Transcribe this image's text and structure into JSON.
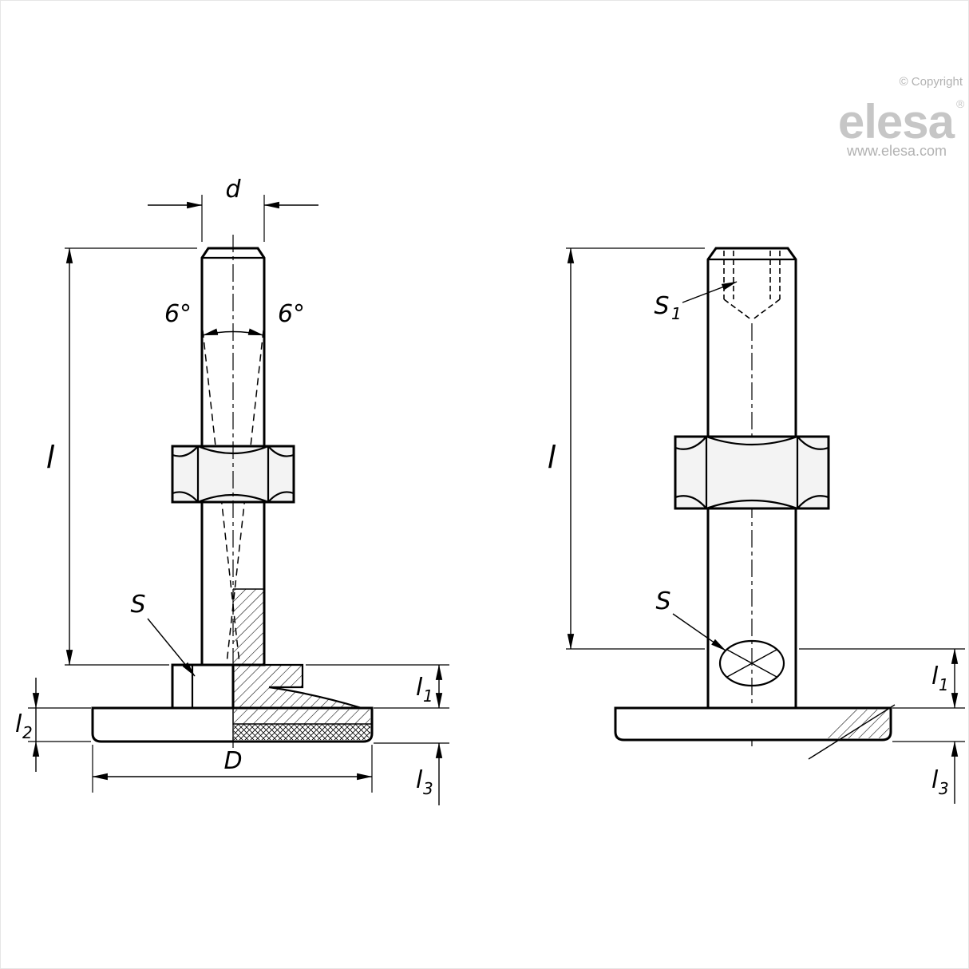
{
  "branding": {
    "copyright": "© Copyright",
    "logo_text": "elesa",
    "registered": "®",
    "website": "www.elesa.com"
  },
  "left_view": {
    "dim_thread": "d",
    "angle_left": "6°",
    "angle_right": "6°",
    "dim_length": "l",
    "wrench_label": "S",
    "dim_l2_base": "l",
    "dim_l2_sub": "2",
    "dim_base_diameter": "D",
    "dim_l1_base": "l",
    "dim_l1_sub": "1",
    "dim_l3_base": "l",
    "dim_l3_sub": "3"
  },
  "right_view": {
    "wrench_top_base": "S",
    "wrench_top_sub": "1",
    "dim_length": "l",
    "wrench_label": "S",
    "dim_l1_base": "l",
    "dim_l1_sub": "1",
    "dim_l3_base": "l",
    "dim_l3_sub": "3"
  }
}
